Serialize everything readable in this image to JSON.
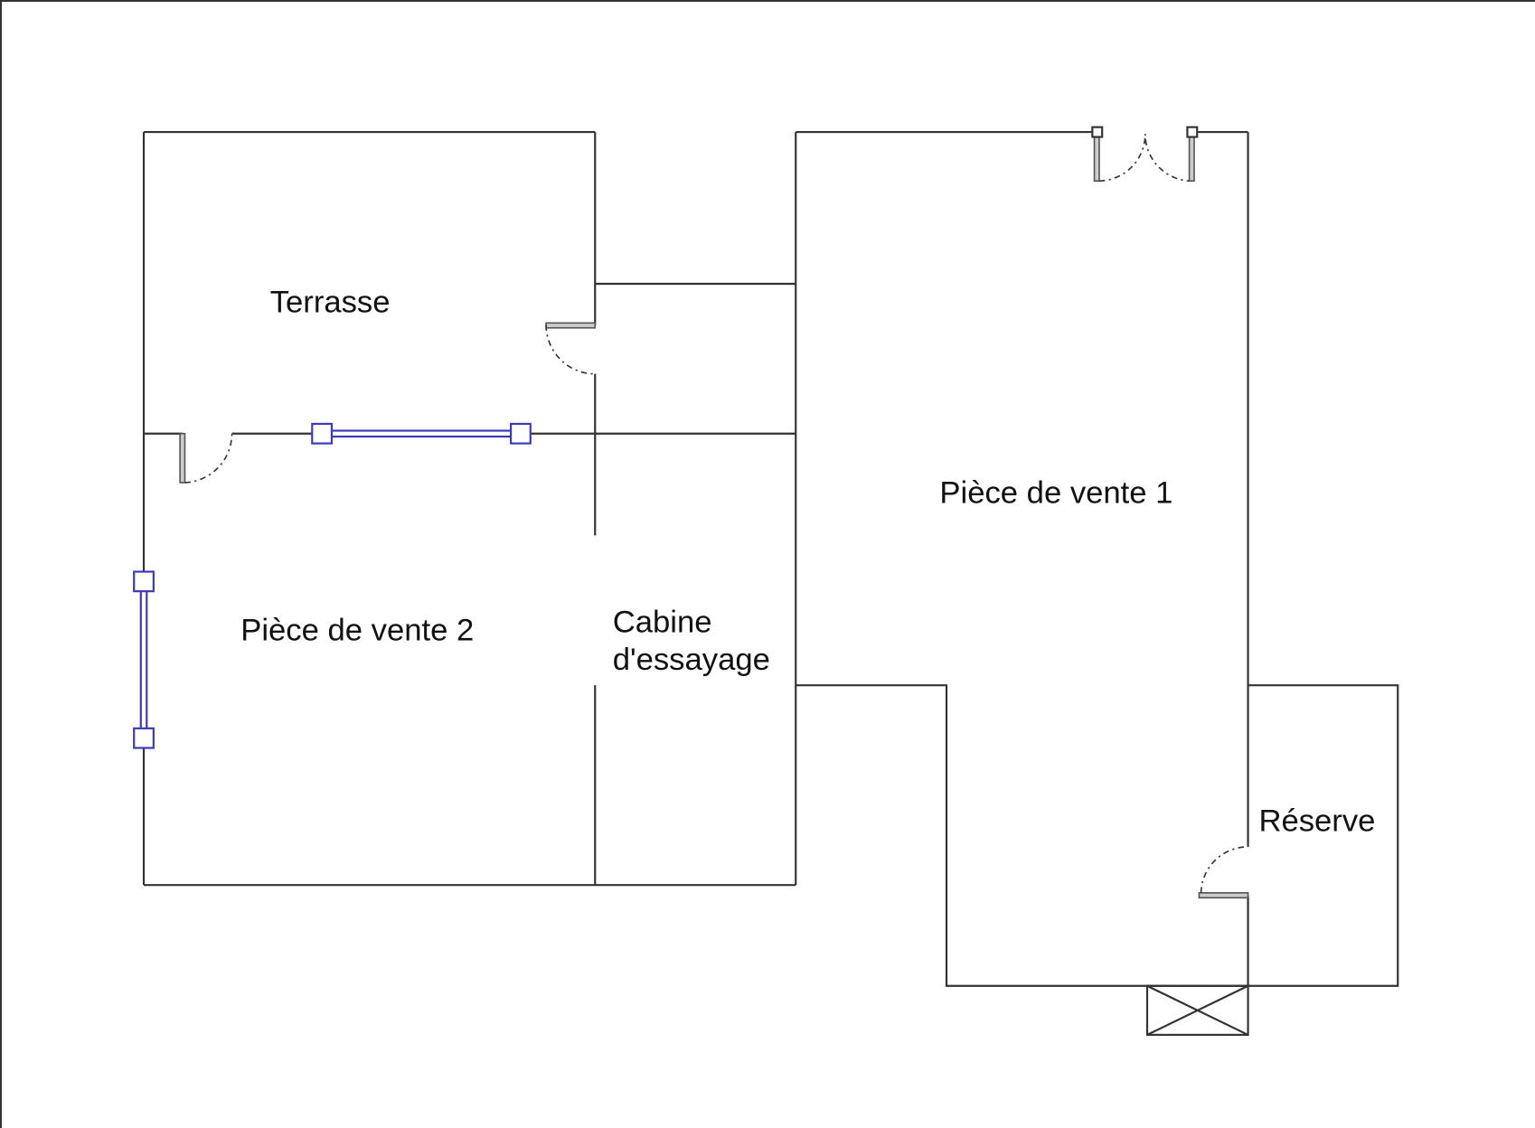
{
  "rooms": {
    "terrasse": "Terrasse",
    "vente2": "Pièce de vente 2",
    "cabine_line1": "Cabine",
    "cabine_line2": "d'essayage",
    "vente1": "Pièce de vente 1",
    "reserve": "Réserve"
  },
  "colors": {
    "wall": "#333333",
    "window": "#3a3ab8"
  }
}
